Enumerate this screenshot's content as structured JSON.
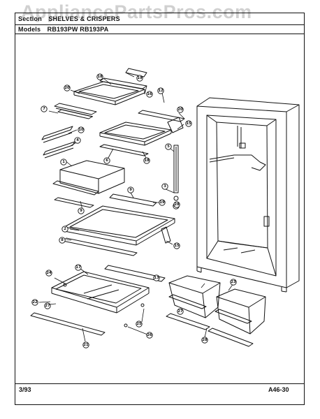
{
  "watermark": "AppliancePartsPros.com",
  "header": {
    "section_label": "Section",
    "section_value": "SHELVES & CRISPERS",
    "models_label": "Models",
    "models_value": "RB193PW  RB193PA"
  },
  "footer": {
    "date": "3/93",
    "page_code": "A46-30"
  },
  "callouts": [
    "18",
    "19",
    "20",
    "16",
    "12",
    "20",
    "7",
    "10",
    "4",
    "15",
    "18",
    "6",
    "5",
    "1",
    "9",
    "3",
    "9",
    "19",
    "30",
    "2",
    "8",
    "15",
    "13",
    "17",
    "24",
    "22",
    "27",
    "25",
    "26",
    "21",
    "27",
    "23",
    "28",
    "28"
  ],
  "colors": {
    "line": "#111111",
    "paper": "#ffffff",
    "watermark": "#969696"
  }
}
